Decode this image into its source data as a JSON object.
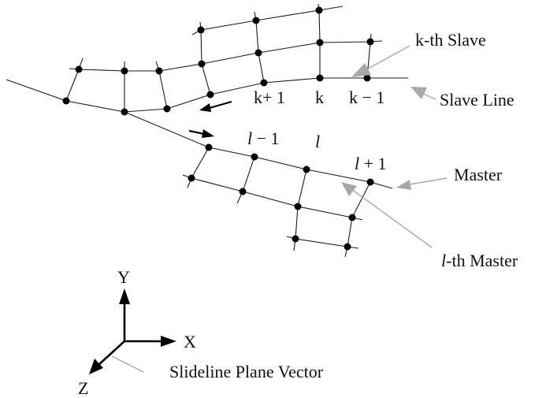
{
  "labels": {
    "slave_k_plus_1": "k+ 1",
    "slave_k": "k",
    "slave_k_minus_1": "k − 1",
    "master_l_minus_1": {
      "var": "l",
      "rest": " − 1"
    },
    "master_l": {
      "var": "l",
      "rest": ""
    },
    "master_l_plus_1": {
      "var": "l",
      "rest": " + 1"
    }
  },
  "callouts": {
    "kth_slave": "k-th Slave",
    "slave_line": "Slave Line",
    "master": "Master",
    "lth_master": {
      "var": "l",
      "rest": "-th Master"
    },
    "slideline_plane_vector": "Slideline Plane Vector"
  },
  "axes": {
    "y": "Y",
    "x": "X",
    "z": "Z"
  },
  "colors": {
    "lines": "#1a1a1a",
    "nodes": "#000000",
    "callout_arrows": "#a8a8a8"
  }
}
